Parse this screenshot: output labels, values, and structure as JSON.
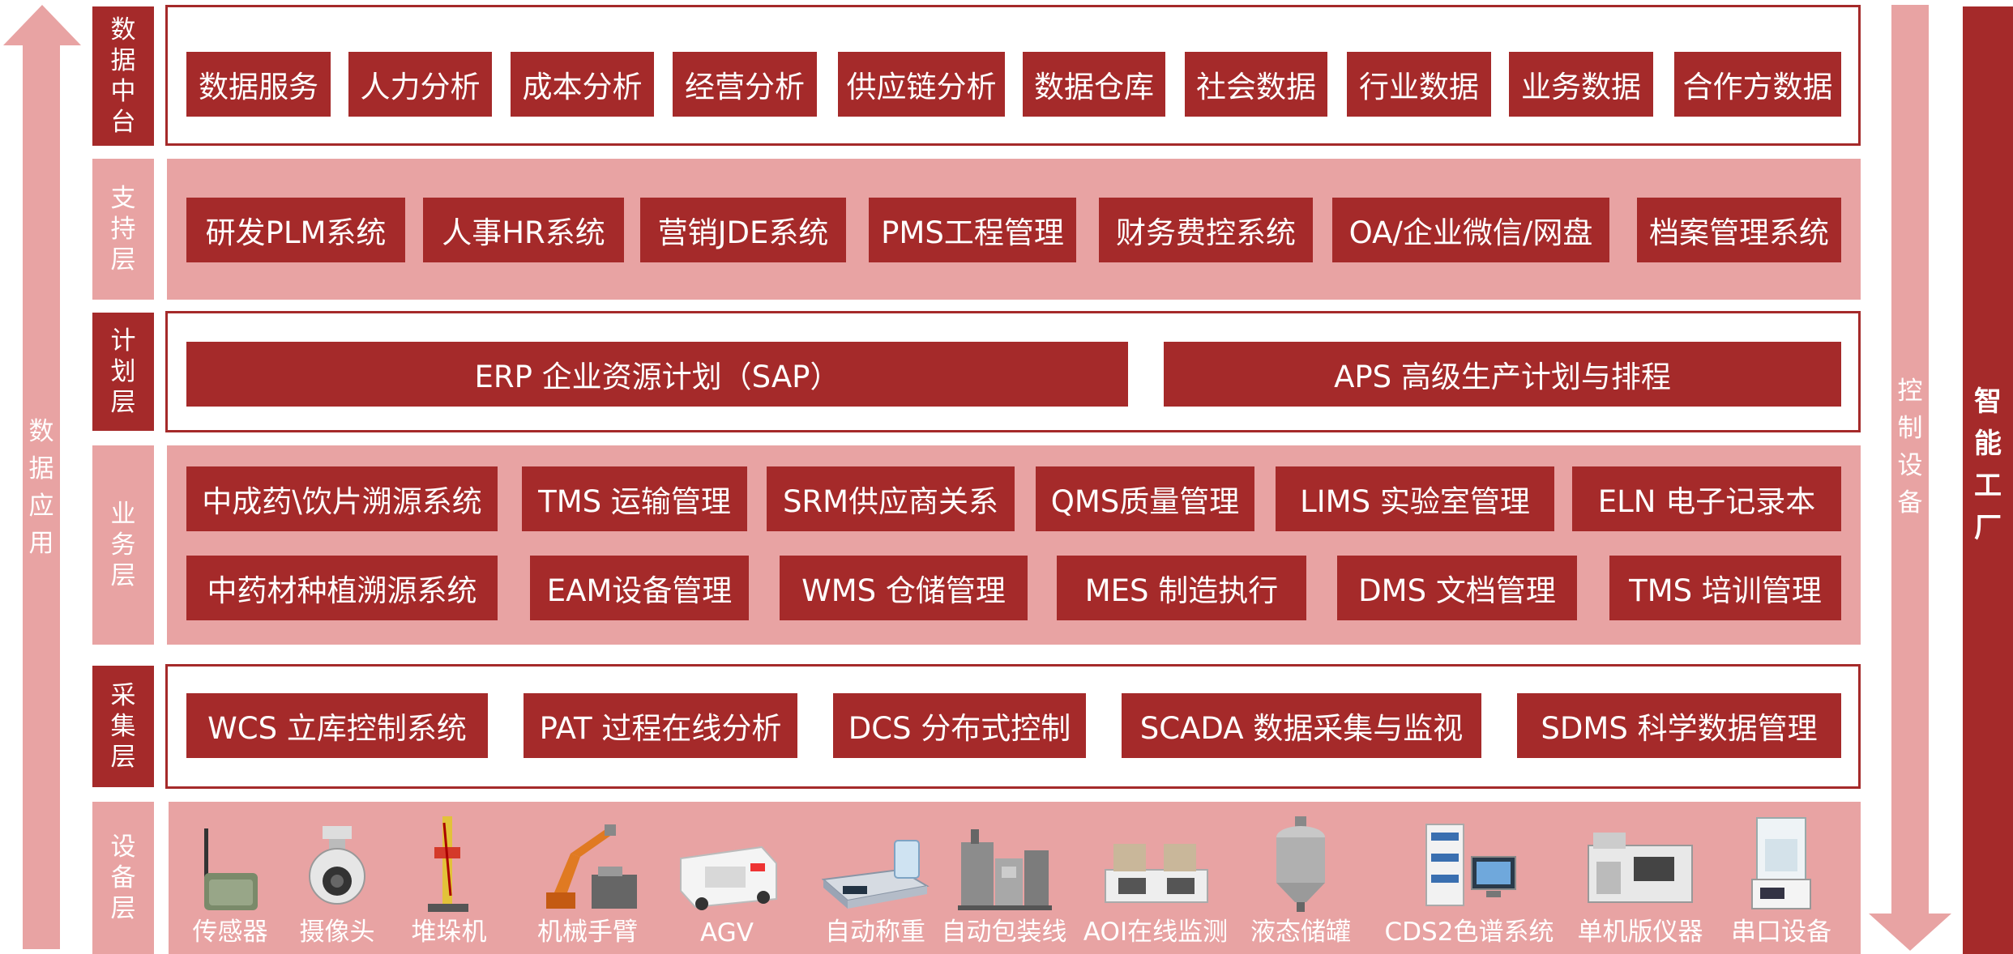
{
  "side_left": "数据应用",
  "side_mid": "控制设备",
  "side_right": "智能工厂",
  "layers": {
    "data_center": {
      "label": "数据中台",
      "items": [
        "数据服务",
        "人力分析",
        "成本分析",
        "经营分析",
        "供应链分析",
        "数据仓库",
        "社会数据",
        "行业数据",
        "业务数据",
        "合作方数据"
      ]
    },
    "support": {
      "label": "支持层",
      "items": [
        "研发PLM系统",
        "人事HR系统",
        "营销JDE系统",
        "PMS工程管理",
        "财务费控系统",
        "OA/企业微信/网盘",
        "档案管理系统"
      ]
    },
    "plan": {
      "label": "计划层",
      "items": [
        "ERP 企业资源计划（SAP）",
        "APS 高级生产计划与排程"
      ]
    },
    "business": {
      "label": "业务层",
      "row1": [
        "中成药\\饮片溯源系统",
        "TMS 运输管理",
        "SRM供应商关系",
        "QMS质量管理",
        "LIMS 实验室管理",
        "ELN 电子记录本"
      ],
      "row2": [
        "中药材种植溯源系统",
        "EAM设备管理",
        "WMS 仓储管理",
        "MES 制造执行",
        "DMS 文档管理",
        "TMS 培训管理"
      ]
    },
    "collect": {
      "label": "采集层",
      "items": [
        "WCS 立库控制系统",
        "PAT 过程在线分析",
        "DCS 分布式控制",
        "SCADA 数据采集与监视",
        "SDMS 科学数据管理"
      ]
    },
    "device": {
      "label": "设备层",
      "items": [
        {
          "name": "传感器",
          "icon": "sensor-icon"
        },
        {
          "name": "摄像头",
          "icon": "camera-icon"
        },
        {
          "name": "堆垛机",
          "icon": "stacker-crane-icon"
        },
        {
          "name": "机械手臂",
          "icon": "robot-arm-icon"
        },
        {
          "name": "AGV",
          "icon": "agv-icon"
        },
        {
          "name": "自动称重",
          "icon": "scale-icon"
        },
        {
          "name": "自动包装线",
          "icon": "packaging-line-icon"
        },
        {
          "name": "AOI在线监测",
          "icon": "aoi-inspection-icon"
        },
        {
          "name": "液态储罐",
          "icon": "liquid-tank-icon"
        },
        {
          "name": "CDS2色谱系统",
          "icon": "chromatography-icon"
        },
        {
          "name": "单机版仪器",
          "icon": "instrument-icon"
        },
        {
          "name": "串口设备",
          "icon": "serial-device-icon"
        }
      ]
    }
  },
  "colors": {
    "dark_red": "#a52a2a",
    "pink": "#e8a3a3",
    "white": "#ffffff"
  }
}
